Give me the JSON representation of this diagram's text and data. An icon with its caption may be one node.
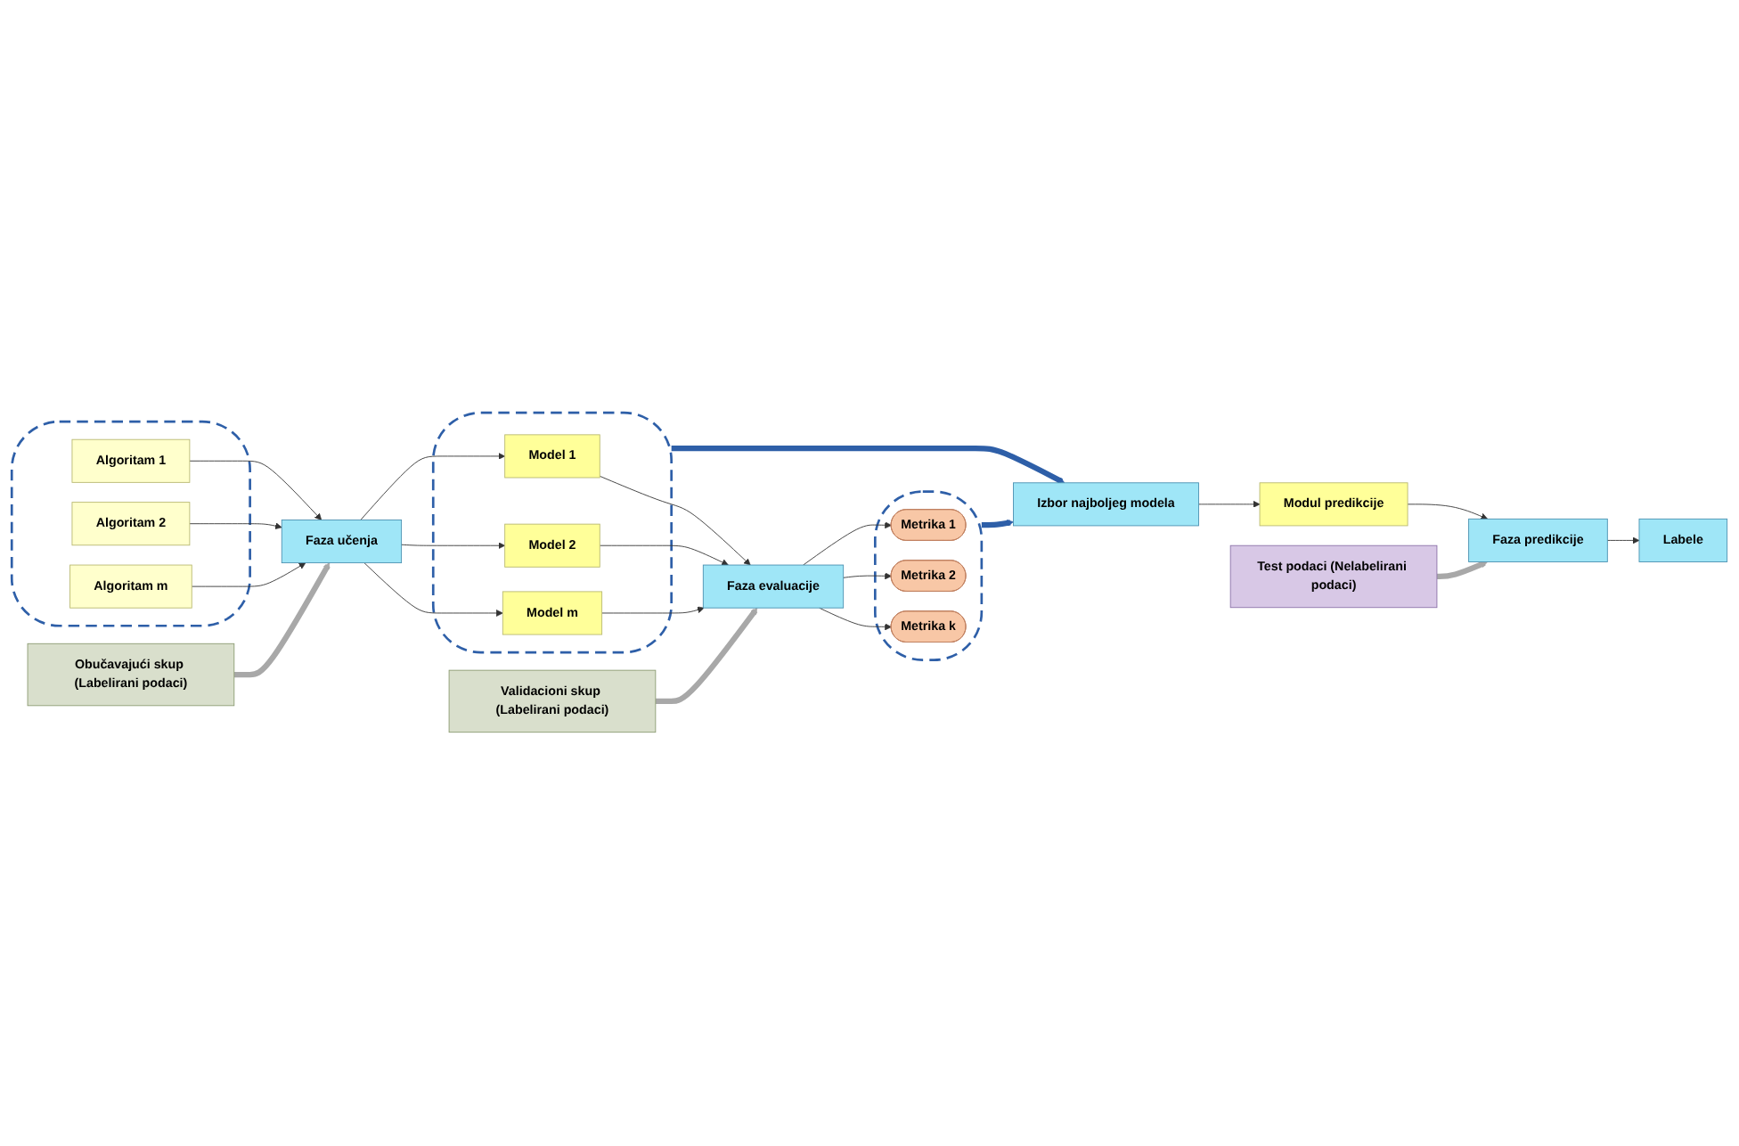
{
  "diagram": {
    "nodes": [
      {
        "text": [],
        "shape": "ellipse"
      },
      {
        "text": [
          "Algoritam 1"
        ],
        "in": 0
      },
      {
        "text": [
          "Algoritam 2"
        ],
        "in": 0
      },
      {
        "text": [
          "Algoritam m"
        ],
        "in": 0
      },
      {
        "text": [
          "Obučavajući skup (Labelirani podaci)"
        ]
      },
      {
        "text": [
          "Faza učenja"
        ]
      },
      {
        "text": [],
        "shape": "ellipse"
      },
      {
        "text": [
          "Model 1"
        ],
        "in": 6
      },
      {
        "text": [
          "Model 2"
        ],
        "in": 6
      },
      {
        "text": [
          "Model m"
        ],
        "in": 6
      },
      {
        "text": [
          "Validacioni skup (Labelirani podaci)"
        ]
      },
      {
        "text": [
          "Faza evaluacije"
        ]
      },
      {
        "text": [],
        "shape": "ellipse"
      },
      {
        "text": [
          "Metrika 1"
        ],
        "in": 12
      },
      {
        "text": [
          "Metrika 2"
        ],
        "in": 12
      },
      {
        "text": [
          "Metrika k"
        ],
        "in": 12
      },
      {
        "text": [
          "Izbor najboljeg modela"
        ]
      },
      {
        "text": [
          "Modul predikcije"
        ]
      },
      {
        "text": [
          "Test podaci (Nelabelirani podaci)"
        ]
      },
      {
        "text": [
          "Faza predikcije"
        ]
      },
      {
        "text": [
          "Labele"
        ]
      }
    ],
    "edges": [
      {
        "from": 1,
        "to": 5,
        "arrow": "to"
      },
      {
        "from": 2,
        "to": 5,
        "arrow": "to"
      },
      {
        "from": 3,
        "to": 5,
        "arrow": "to"
      },
      {
        "from": 4,
        "to": 5,
        "arrow": "to",
        "style": "thick",
        "color": "#a8a8a8"
      },
      {
        "from": 5,
        "to": 7,
        "arrow": "to"
      },
      {
        "from": 5,
        "to": 8,
        "arrow": "to"
      },
      {
        "from": 5,
        "to": 9,
        "arrow": "to"
      },
      {
        "from": 7,
        "to": 11,
        "arrow": "to"
      },
      {
        "from": 8,
        "to": 11,
        "arrow": "to"
      },
      {
        "from": 9,
        "to": 11,
        "arrow": "to"
      },
      {
        "from": 10,
        "to": 11,
        "arrow": "to",
        "style": "thick",
        "color": "#a8a8a8"
      },
      {
        "from": 11,
        "to": 13,
        "arrow": "to"
      },
      {
        "from": 11,
        "to": 14,
        "arrow": "to"
      },
      {
        "from": 11,
        "to": 15,
        "arrow": "to"
      },
      {
        "from": 6,
        "to": 16,
        "arrow": "to",
        "style": "thick",
        "color": "#2e5fa8"
      },
      {
        "from": 12,
        "to": 16,
        "arrow": "to",
        "style": "thick",
        "color": "#2e5fa8"
      },
      {
        "from": 16,
        "to": 17,
        "arrow": "to"
      },
      {
        "from": 17,
        "to": 19,
        "arrow": "to"
      },
      {
        "from": 18,
        "to": 19,
        "arrow": "to",
        "style": "thick",
        "color": "#a8a8a8"
      },
      {
        "from": 19,
        "to": 20,
        "arrow": "to"
      }
    ]
  }
}
